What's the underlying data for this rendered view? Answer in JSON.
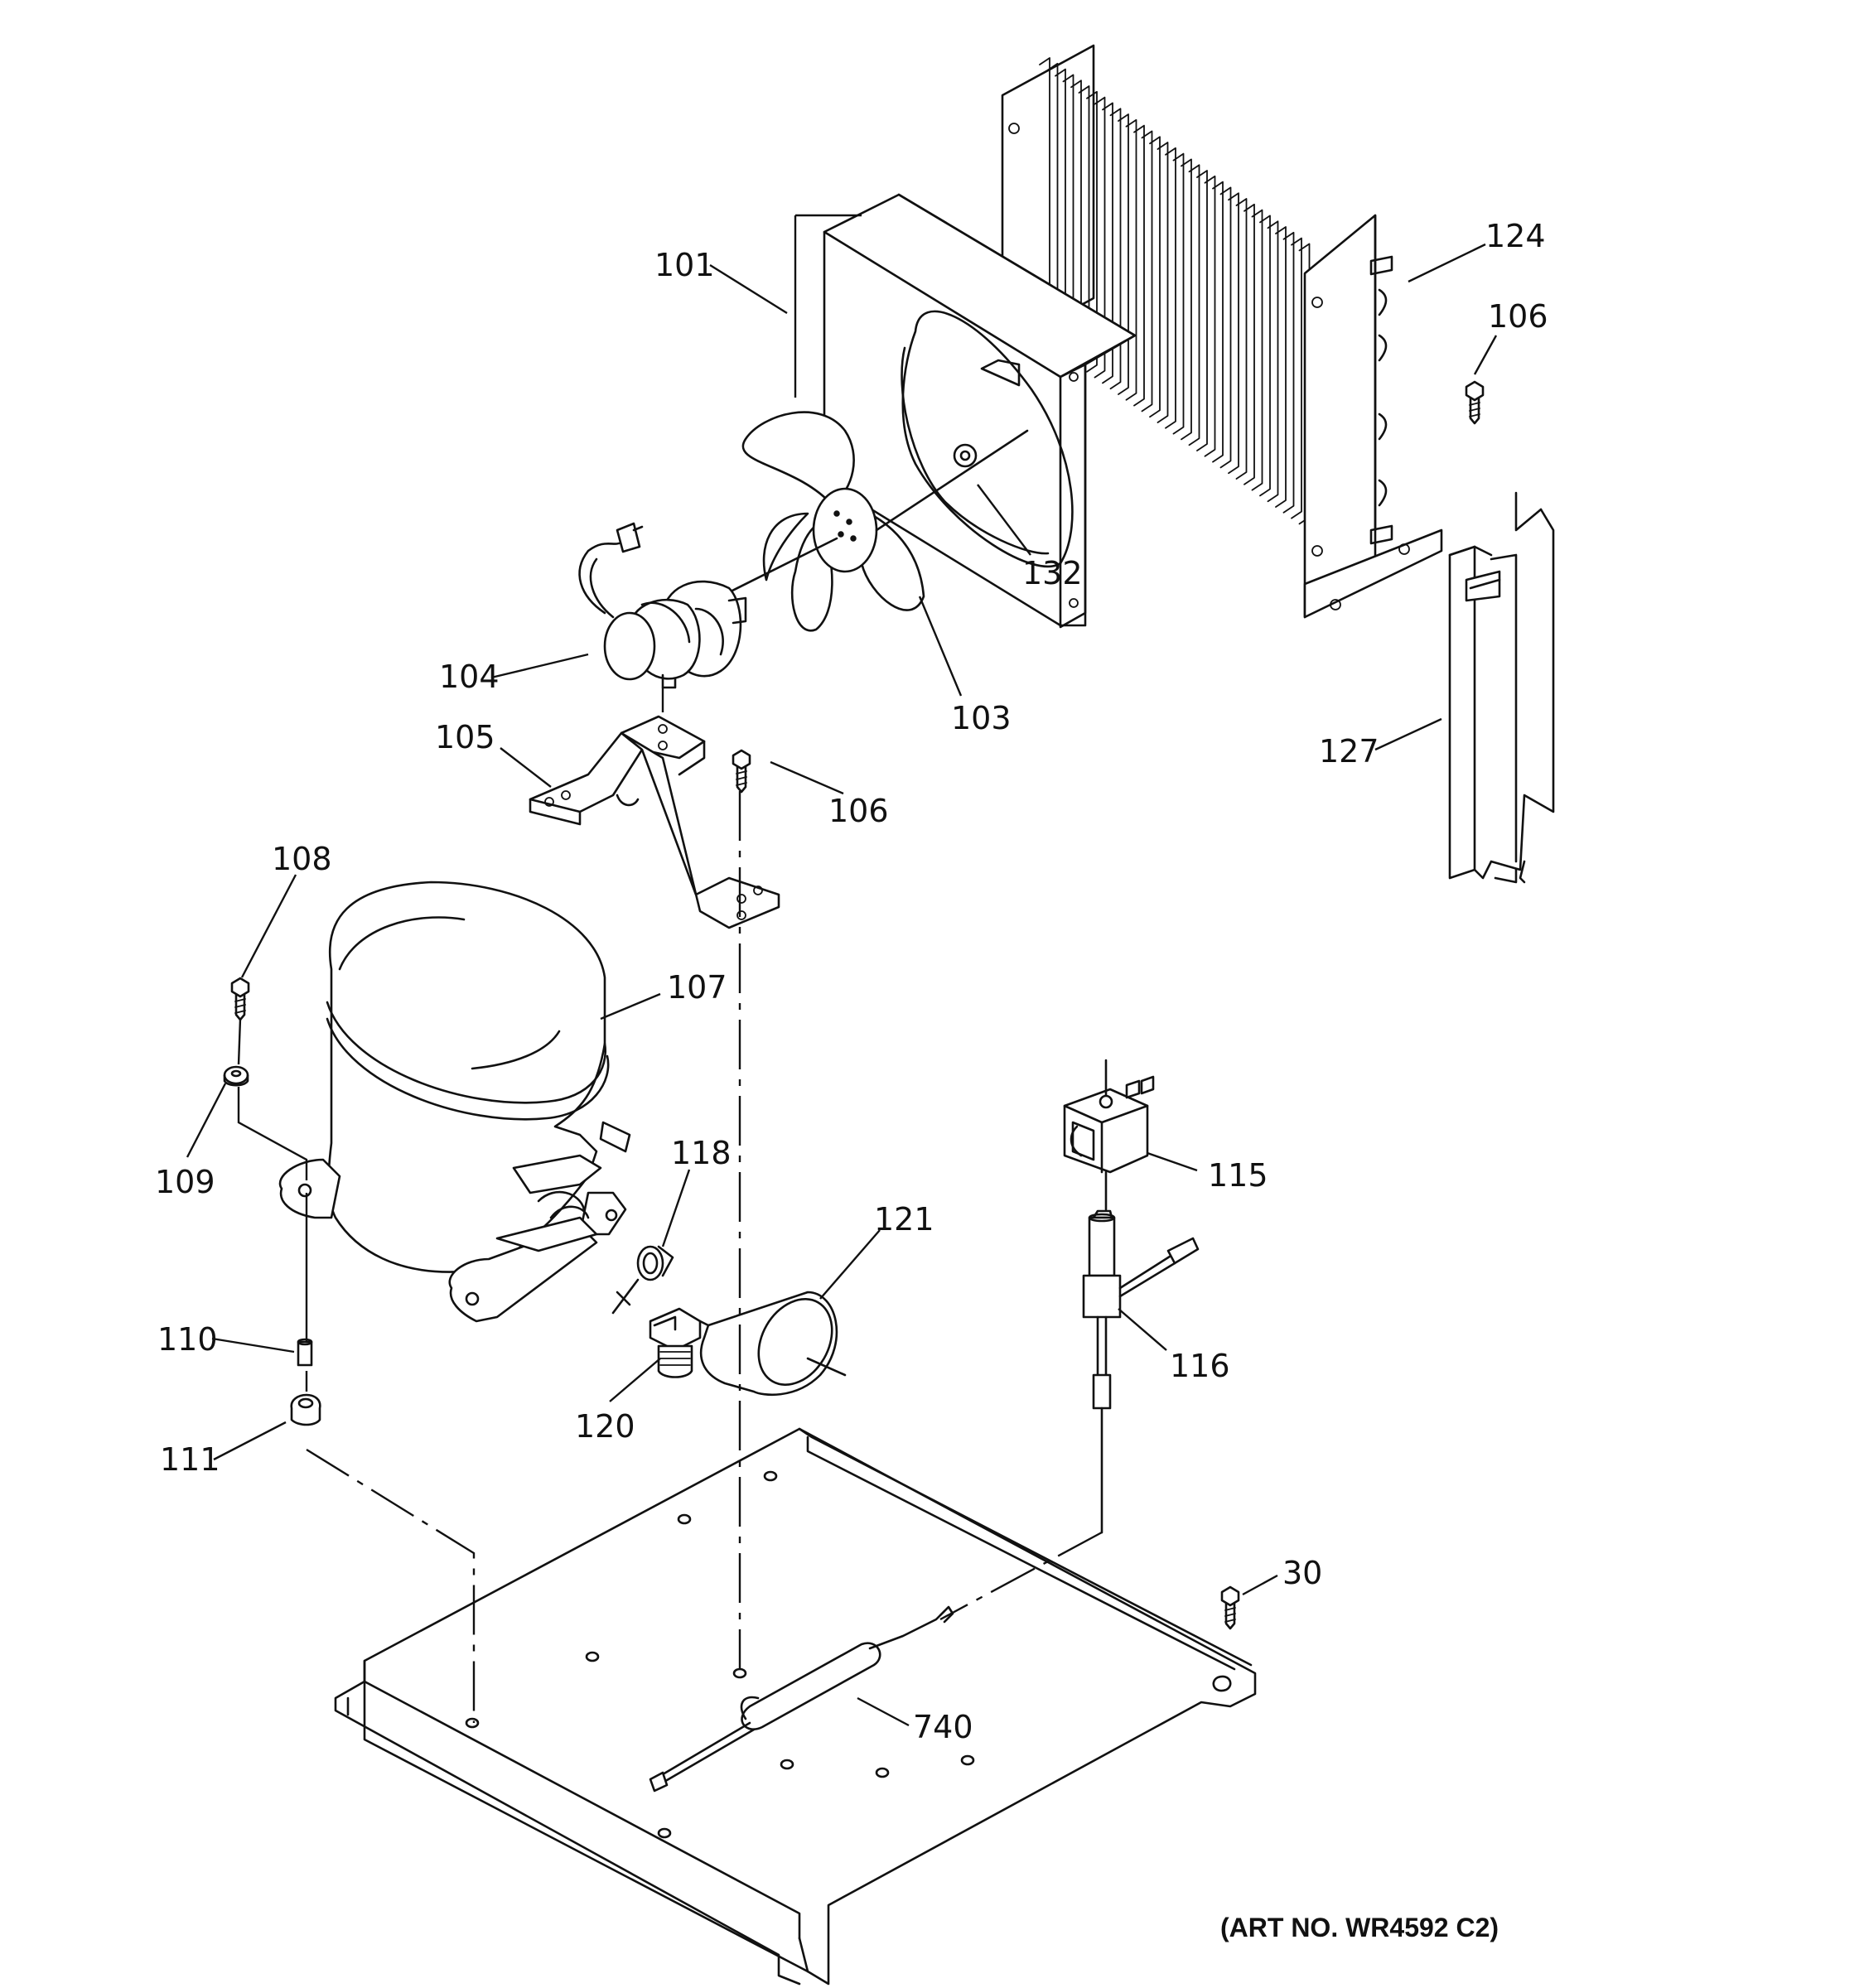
{
  "callouts": {
    "c101": "101",
    "c124": "124",
    "c106a": "106",
    "c132": "132",
    "c104": "104",
    "c103": "103",
    "c105": "105",
    "c106b": "106",
    "c127": "127",
    "c108": "108",
    "c107": "107",
    "c109": "109",
    "c118": "118",
    "c121": "121",
    "c115": "115",
    "c110": "110",
    "c116": "116",
    "c120": "120",
    "c111": "111",
    "c30": "30",
    "c740": "740"
  },
  "art_number": "(ART NO. WR4592 C2)"
}
